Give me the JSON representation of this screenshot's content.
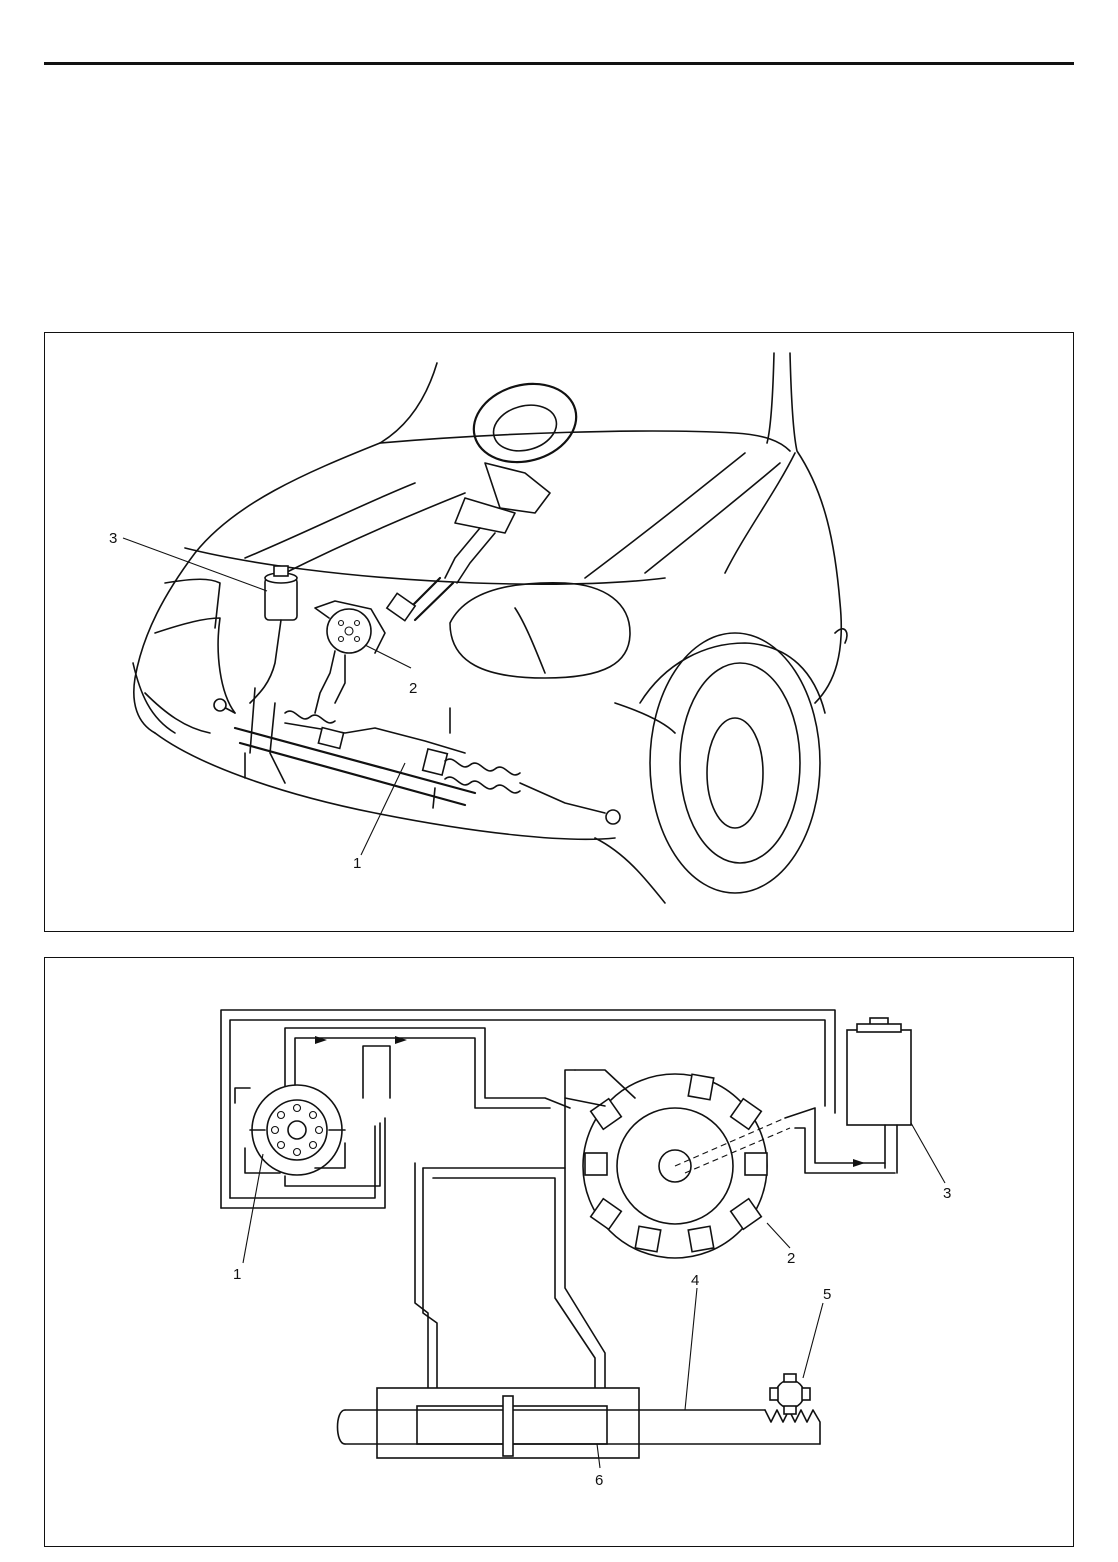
{
  "figure_top": {
    "callouts": [
      "1",
      "2",
      "3"
    ]
  },
  "figure_bottom": {
    "callouts": [
      "1",
      "2",
      "3",
      "4",
      "5",
      "6"
    ]
  }
}
